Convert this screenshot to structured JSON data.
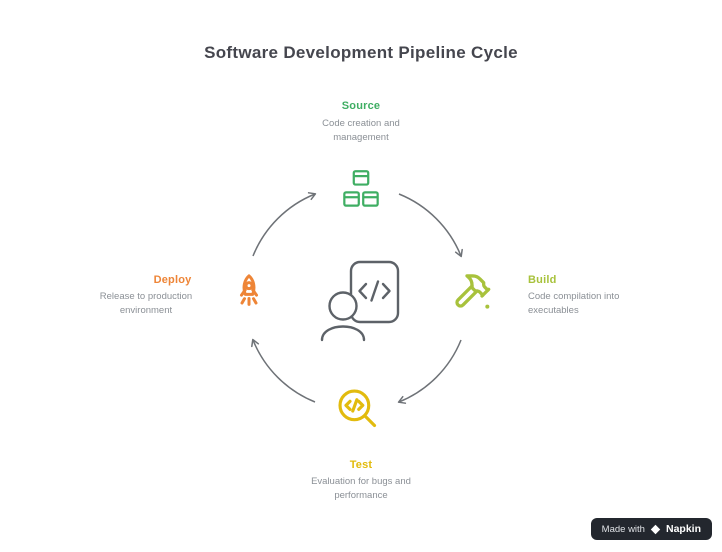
{
  "title": "Software Development Pipeline Cycle",
  "colors": {
    "title": "#45464e",
    "description_text": "#8b9096",
    "arrow": "#6e7277",
    "center_icon": "#5d6268",
    "badge_bg": "#23272e"
  },
  "cycle": [
    "source",
    "build",
    "test",
    "deploy"
  ],
  "nodes": {
    "source": {
      "label": "Source",
      "description": "Code creation and management",
      "color": "#3fae63",
      "icon": "packages-icon"
    },
    "build": {
      "label": "Build",
      "description": "Code compilation into executables",
      "color": "#a8c23c",
      "icon": "hammer-icon"
    },
    "test": {
      "label": "Test",
      "description": "Evaluation for bugs and performance",
      "color": "#e2bb0e",
      "icon": "code-search-icon"
    },
    "deploy": {
      "label": "Deploy",
      "description": "Release to production environment",
      "color": "#ee8537",
      "icon": "rocket-icon"
    }
  },
  "center": {
    "icon": "developer-with-code-document-icon"
  },
  "badge": {
    "prefix": "Made with",
    "brand": "Napkin"
  }
}
